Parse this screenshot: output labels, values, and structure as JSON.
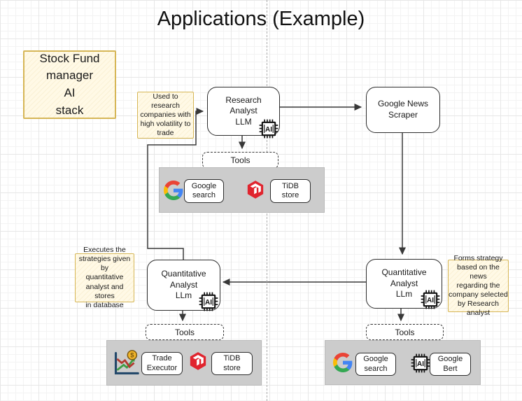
{
  "title": "Applications (Example)",
  "stack_note": "Stock Fund\nmanager\nAI\nstack",
  "notes": {
    "research": "Used to research\ncompanies with\nhigh volatility to\ntrade",
    "executor": "Executes the\nstrategies given by\nquantitative\nanalyst and stores\nin database",
    "strategy": "Forms strategy\nbased on the news\nregarding the\ncompany selected\nby Research\nanalyst"
  },
  "nodes": {
    "research_llm": "Research\nAnalyst\nLLM",
    "news_scraper": "Google News\nScraper",
    "quant_left": "Quantitative\nAnalyst\nLLm",
    "quant_right": "Quantitative\nAnalyst\nLLm"
  },
  "tool_groups": {
    "top": {
      "label": "Tools",
      "items": [
        {
          "icon": "google-logo",
          "label": "Google\nsearch"
        },
        {
          "icon": "tidb-logo",
          "label": "TiDB\nstore"
        }
      ]
    },
    "bottom_left": {
      "label": "Tools",
      "items": [
        {
          "icon": "stock-chart",
          "label": "Trade\nExecutor"
        },
        {
          "icon": "tidb-logo",
          "label": "TiDB\nstore"
        }
      ]
    },
    "bottom_right": {
      "label": "Tools",
      "items": [
        {
          "icon": "google-logo",
          "label": "Google\nsearch"
        },
        {
          "icon": "ai-chip",
          "label": "Google\nBert"
        }
      ]
    }
  },
  "chip_label": "AI",
  "coin_symbol": "$",
  "colors": {
    "note_fill": "#FFF9E6",
    "note_border": "#D6B656",
    "container_fill": "#CCCCCC",
    "edge": "#383838",
    "google_blue": "#4285F4",
    "google_red": "#EA4335",
    "google_yellow": "#FBBC05",
    "google_green": "#34A853",
    "tidb_red": "#E0242E"
  }
}
